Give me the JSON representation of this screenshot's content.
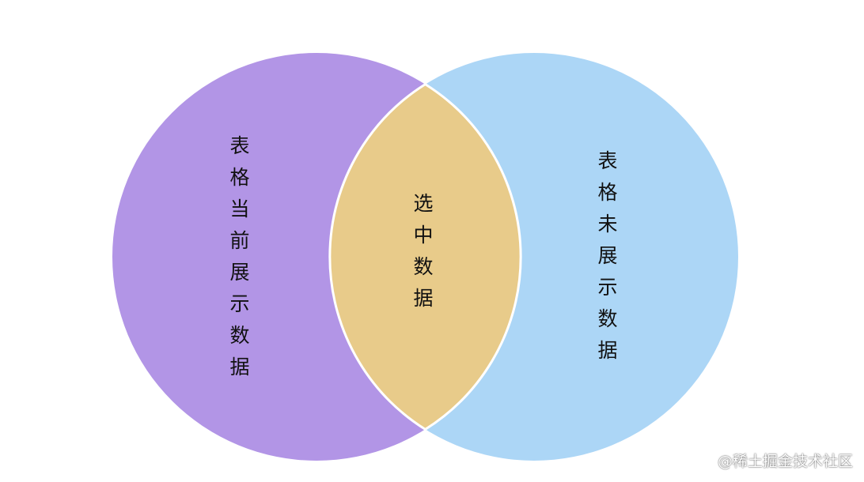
{
  "diagram": {
    "type": "venn",
    "sets": [
      {
        "id": "left",
        "label": "表格当前展示数据",
        "color": "#b295e6"
      },
      {
        "id": "right",
        "label": "表格未展示数据",
        "color": "#acd6f6"
      }
    ],
    "intersection": {
      "label": "选中数据",
      "color": "#e8cb8a"
    },
    "outline_color": "#ffffff"
  },
  "watermark": "@稀土掘金技术社区"
}
